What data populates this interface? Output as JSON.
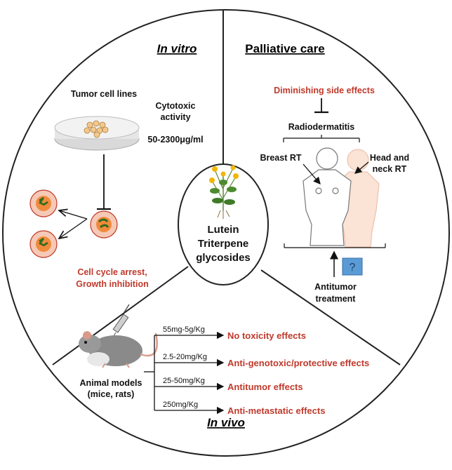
{
  "sections": {
    "in_vitro": "In vitro",
    "palliative": "Palliative care",
    "in_vivo": "In vivo"
  },
  "center": {
    "line1": "Lutein",
    "line2": "Triterpene",
    "line3": "glycosides"
  },
  "in_vitro": {
    "tumor_cell_lines": "Tumor cell lines",
    "cytotoxic_line1": "Cytotoxic",
    "cytotoxic_line2": "activity",
    "concentration": "50-2300μg/ml",
    "outcome_line1": "Cell cycle arrest,",
    "outcome_line2": "Growth inhibition"
  },
  "palliative": {
    "diminishing": "Diminishing side effects",
    "radiodermatitis": "Radiodermatitis",
    "breast_rt": "Breast RT",
    "head_neck_line1": "Head and",
    "head_neck_line2": "neck RT",
    "question_mark": "?",
    "antitumor_line1": "Antitumor",
    "antitumor_line2": "treatment"
  },
  "in_vivo": {
    "animal_line1": "Animal models",
    "animal_line2": "(mice, rats)",
    "effects": [
      {
        "dose": "55mg-5g/Kg",
        "effect": "No toxicity effects"
      },
      {
        "dose": "2.5-20mg/Kg",
        "effect": "Anti-genotoxic/protective effects"
      },
      {
        "dose": "25-50mg/Kg",
        "effect": "Antitumor effects"
      },
      {
        "dose": "250mg/Kg",
        "effect": "Anti-metastatic effects"
      }
    ]
  },
  "colors": {
    "accent_red": "#c0392b",
    "cell_fill": "#f6c9b6",
    "cell_nucleus": "#f08a3c",
    "chromosome": "#2e6b1f",
    "question_box": "#5b9bd5"
  }
}
